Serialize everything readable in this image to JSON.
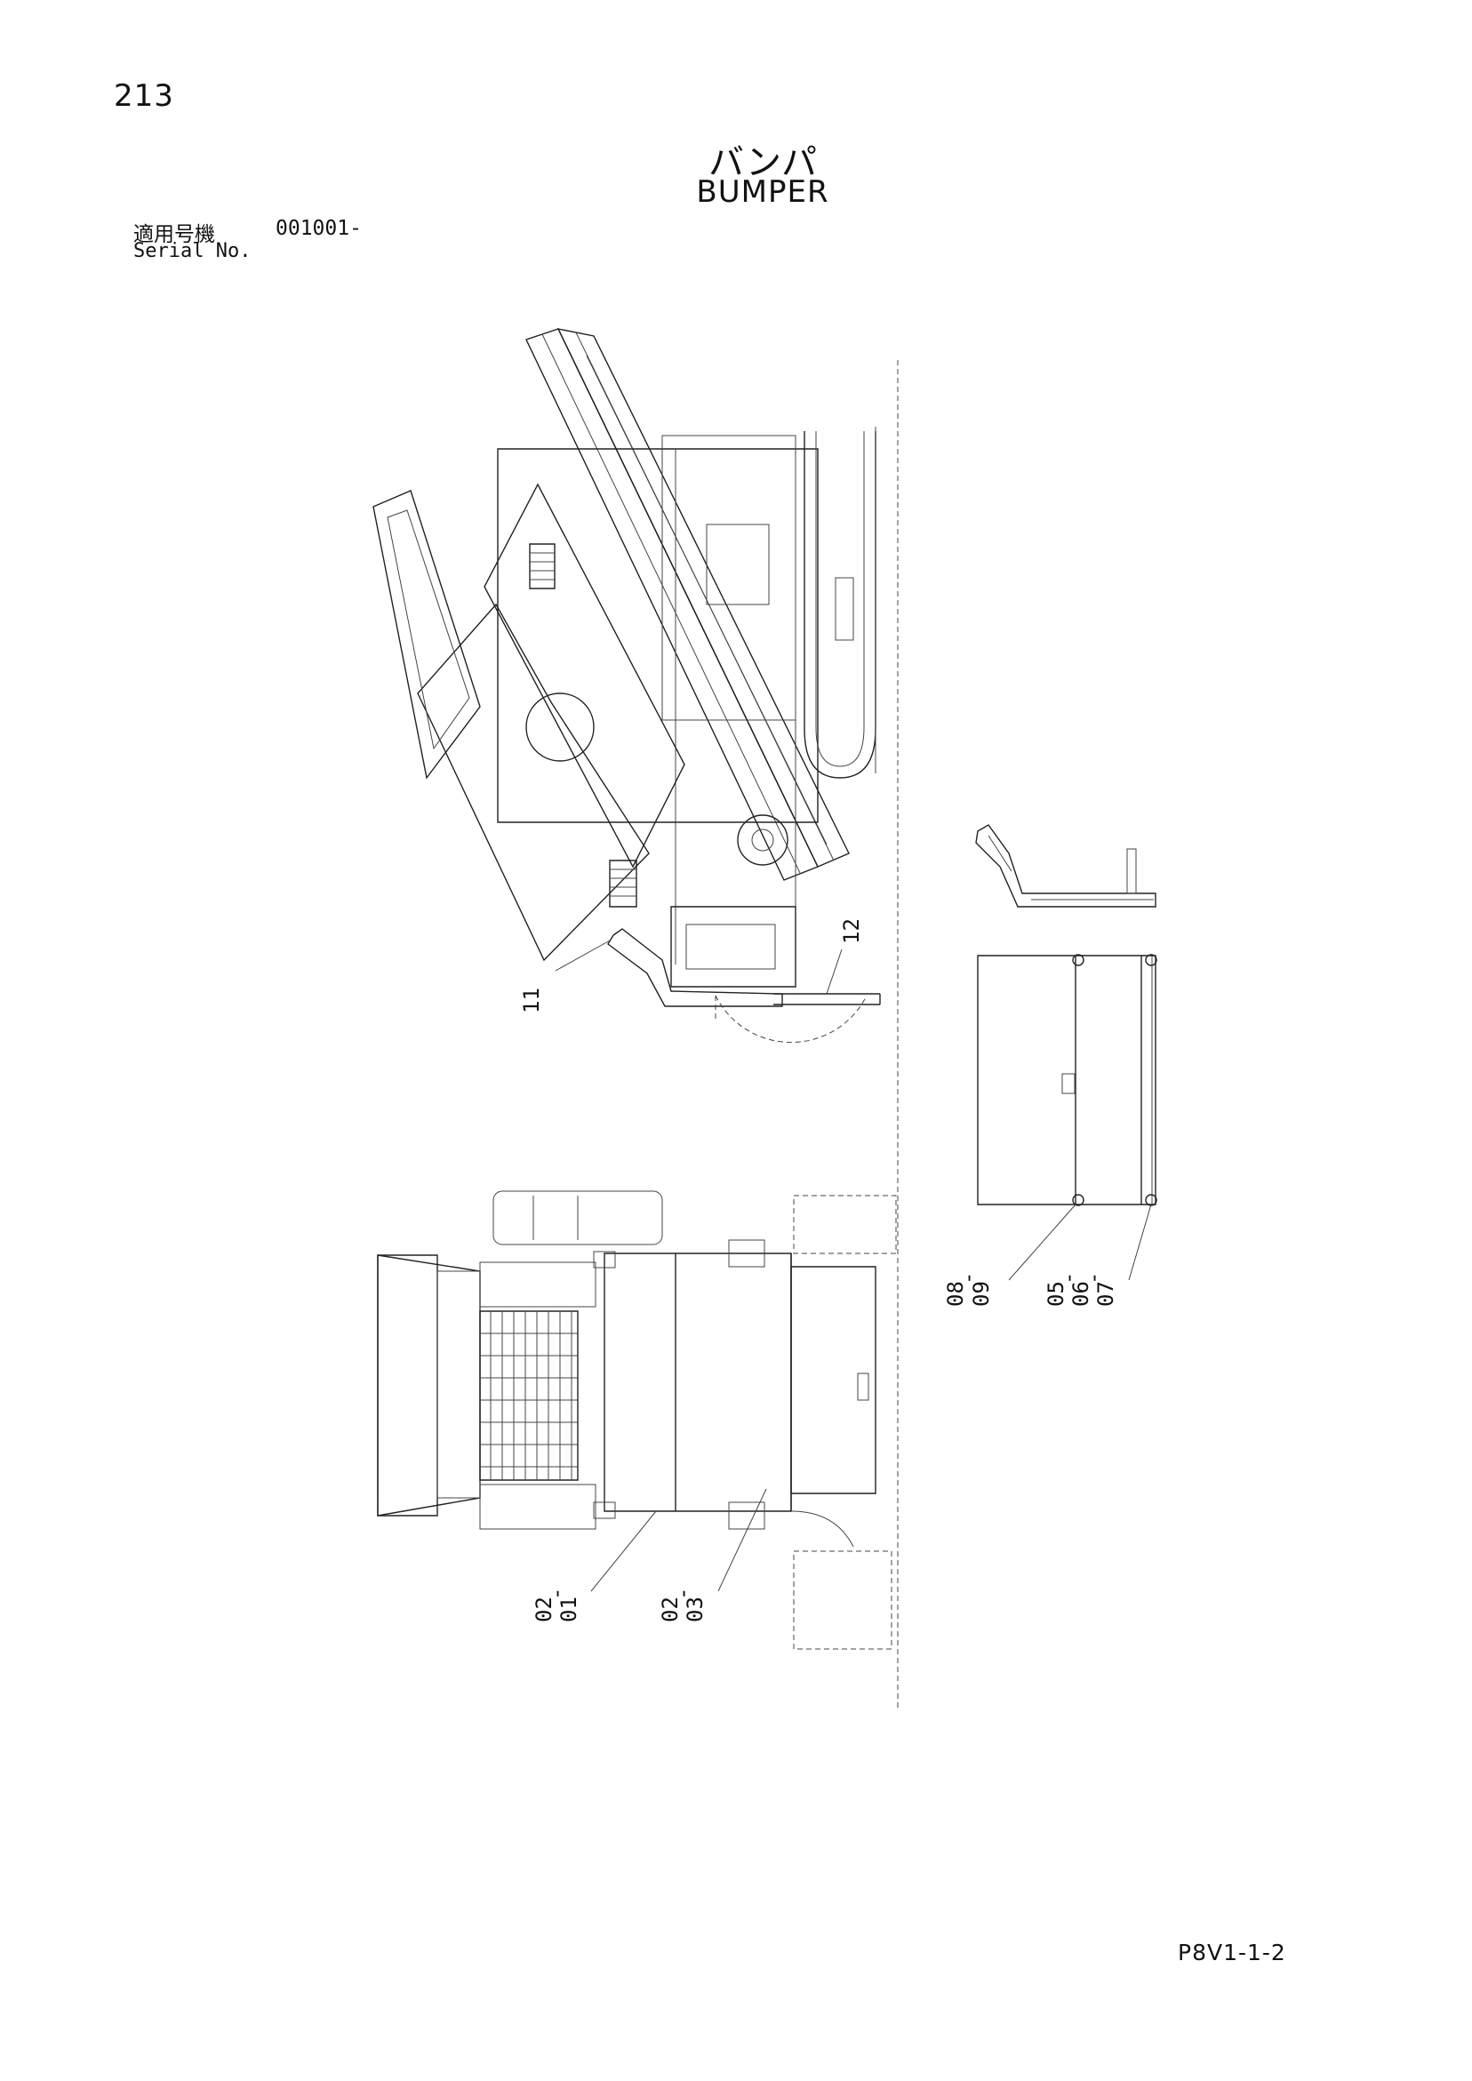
{
  "page": {
    "number": "213",
    "title_jp": "バンパ",
    "title_en": "BUMPER",
    "serial_label_jp": "適用号機",
    "serial_value": "001001-",
    "serial_label_en": "Serial No.",
    "footer_code": "P8V1-1-2"
  },
  "callouts": {
    "c11": "11",
    "c12": "12",
    "c08": "08",
    "c09": "09",
    "c05": "05",
    "c06": "06",
    "c07": "07",
    "c02a": "02",
    "c01": "01",
    "c02b": "02",
    "c03": "03",
    "dash": "-"
  }
}
